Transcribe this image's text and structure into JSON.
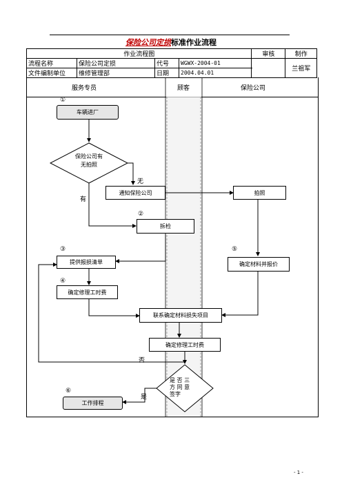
{
  "title_red": "保险公司定损",
  "title_rest": "标准作业流程",
  "header": {
    "flow_chart": "作业流程图",
    "review": "审核",
    "make": "制作",
    "name_label": "流程名称",
    "name_value": "保险公司定损",
    "code_label": "代号",
    "code_value": "WGWX-2004-01",
    "author": "兰祖军",
    "unit_label": "文件编制单位",
    "unit_value": "维修管理部",
    "date_label": "日期",
    "date_value": "2004.04.01"
  },
  "lanes": [
    "服务专员",
    "顾客",
    "保险公司"
  ],
  "steps": {
    "car_in": "车辆进厂",
    "photo_q_1": "保险公司有",
    "photo_q_2": "无拍照",
    "notify": "通知保险公司",
    "photo": "拍照",
    "disassemble": "拆检",
    "provide_list": "提供报损清单",
    "confirm_material": "确定材料并报价",
    "confirm_labor": "确定修理工时费",
    "contact": "联系确定材料损失项目",
    "confirm_labor2": "确定修理工时费",
    "agree_1": "是  否  三",
    "agree_2": "方  同  意",
    "agree_3": "签字",
    "schedule": "工作排程"
  },
  "labels": {
    "no": "无",
    "yes": "有",
    "no2": "否",
    "yes2": "是",
    "n1": "①",
    "n2": "②",
    "n3": "③",
    "n4": "④",
    "n5": "⑤",
    "n6": "⑥"
  },
  "page_number": "- 1 -"
}
